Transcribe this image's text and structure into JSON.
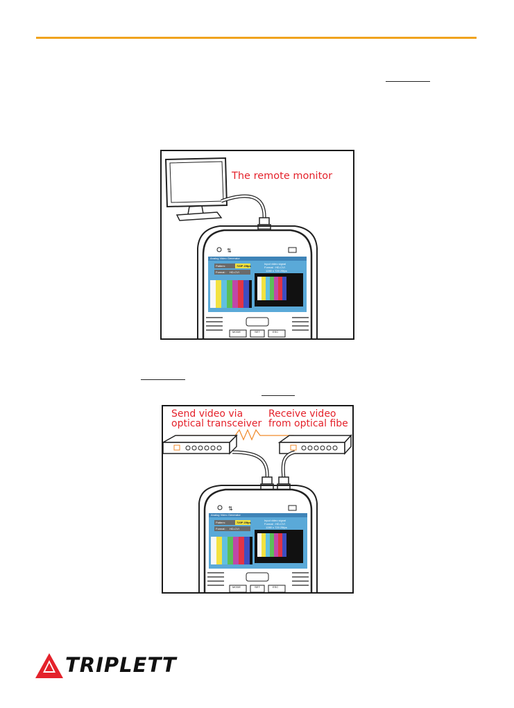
{
  "figure1": {
    "label": "The remote monitor",
    "screen": {
      "title": "Analog Video Generator",
      "pattern_label": "Pattern:",
      "pattern_value": "720P 25fps",
      "format_label": "Format :",
      "format_value": "HD-CVI",
      "input_line1": "Input video signal",
      "input_line2": "Format : HD-CVI",
      "input_line3": "1280 x 720 25fps"
    },
    "buttons": [
      "MODE",
      "SET",
      "ESC"
    ]
  },
  "figure2": {
    "label_left_line1": "Send video via",
    "label_left_line2": "optical transceiver",
    "label_right_line1": "Receive video",
    "label_right_line2": "from optical fibe",
    "screen": {
      "title": "Analog Video Generator",
      "pattern_label": "Pattern:",
      "pattern_value": "720P 25fps",
      "format_label": "Format :",
      "format_value": "HD-CVI",
      "input_line1": "Input video signal",
      "input_line2": "Format : HD-CVI",
      "input_line3": "1280 x 720 25fps"
    },
    "buttons": [
      "MODE",
      "SET",
      "ESC"
    ]
  },
  "brand": {
    "name": "TRIPLETT"
  },
  "colors": {
    "rule": "#f0a31e",
    "label": "#e4222b",
    "logo": "#e4222b",
    "screen": "#5aa9d8"
  }
}
